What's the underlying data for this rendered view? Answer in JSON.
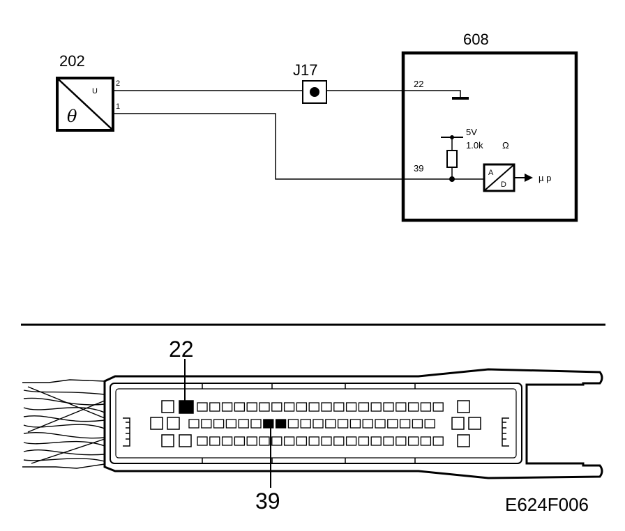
{
  "diagram": {
    "sensor": {
      "id": "202",
      "output_label": "U",
      "symbol": "θ",
      "pin_top": "2",
      "pin_bottom": "1"
    },
    "splice": {
      "id": "J17"
    },
    "ecu": {
      "id": "608",
      "pin_ground": "22",
      "pin_signal": "39",
      "supply_label": "5V",
      "resistor_label": "1.0k",
      "resistor_unit": "Ω",
      "adc_top": "A",
      "adc_bottom": "D",
      "mcu_label": "µ p"
    },
    "connector": {
      "callout_top": "22",
      "callout_bottom": "39",
      "rows": 3,
      "pins_per_row": 20
    },
    "figure_code": "E624F006"
  },
  "colors": {
    "ink": "#000000",
    "paper": "#ffffff"
  }
}
